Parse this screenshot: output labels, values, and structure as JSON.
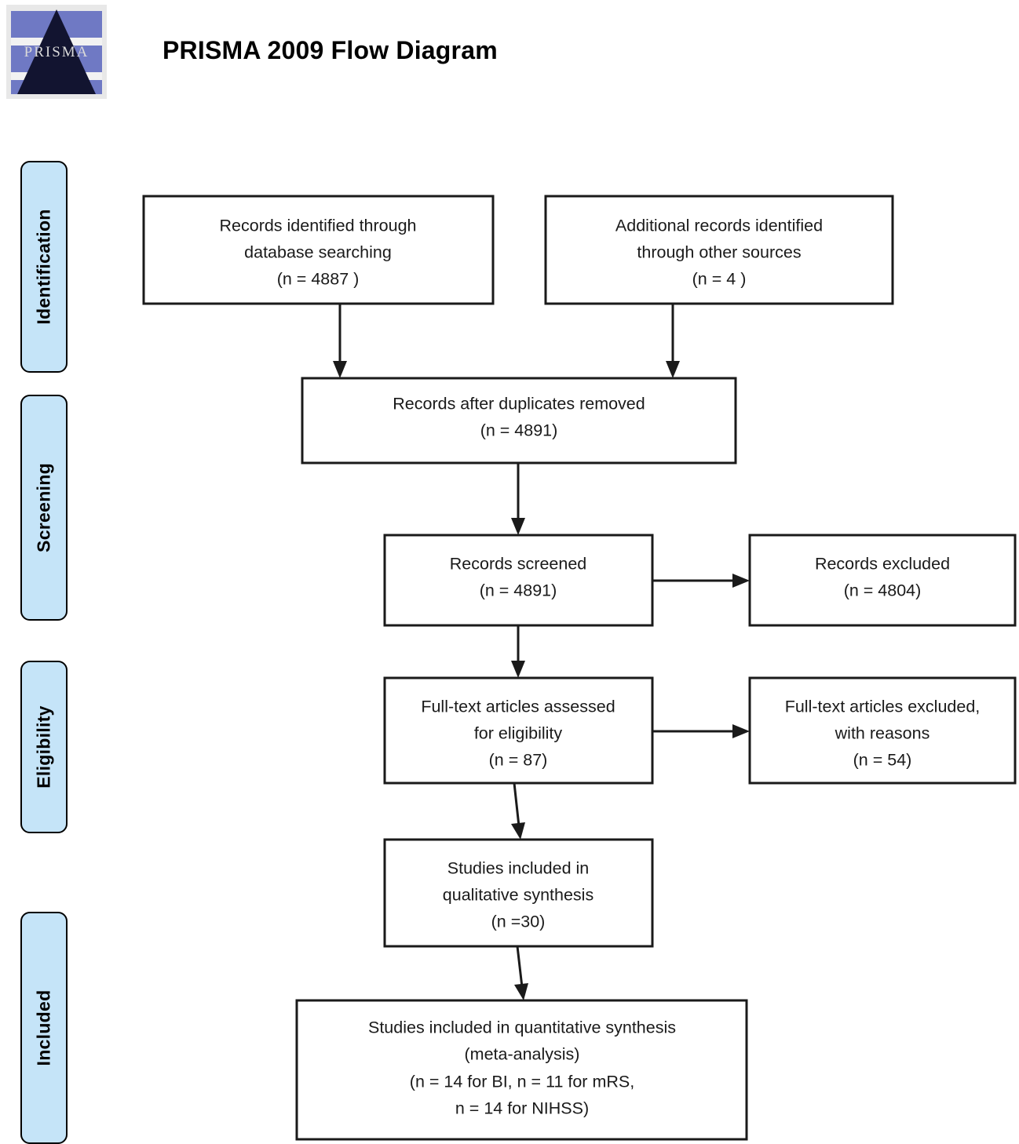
{
  "header": {
    "title": "PRISMA 2009 Flow Diagram",
    "logo_word": "PRISMA",
    "logo_name": "prisma-logo"
  },
  "stages": [
    {
      "id": "identification",
      "label": "Identification"
    },
    {
      "id": "screening",
      "label": "Screening"
    },
    {
      "id": "eligibility",
      "label": "Eligibility"
    },
    {
      "id": "included",
      "label": "Included"
    }
  ],
  "colors": {
    "stage_fill": "#c5e4f8",
    "box_stroke": "#1a1a1a",
    "box_fill": "#ffffff",
    "text": "#1a1a1a"
  },
  "chart_data": {
    "type": "diagram",
    "title": "PRISMA 2009 Flow Diagram",
    "nodes": [
      {
        "id": "records-identified-database",
        "stage": "identification",
        "lines": [
          "Records identified through",
          "database searching",
          "(n = 4887 )"
        ],
        "n": 4887
      },
      {
        "id": "additional-records-other-sources",
        "stage": "identification",
        "lines": [
          "Additional records identified",
          "through other sources",
          "(n =  4 )"
        ],
        "n": 4
      },
      {
        "id": "records-after-duplicates-removed",
        "stage": "screening",
        "lines": [
          "Records after duplicates removed",
          "(n = 4891)"
        ],
        "n": 4891
      },
      {
        "id": "records-screened",
        "stage": "screening",
        "lines": [
          "Records screened",
          "(n = 4891)"
        ],
        "n": 4891
      },
      {
        "id": "records-excluded",
        "stage": "screening",
        "lines": [
          "Records excluded",
          "(n = 4804)"
        ],
        "n": 4804
      },
      {
        "id": "full-text-assessed",
        "stage": "eligibility",
        "lines": [
          "Full-text articles assessed",
          "for eligibility",
          "(n = 87)"
        ],
        "n": 87
      },
      {
        "id": "full-text-excluded",
        "stage": "eligibility",
        "lines": [
          "Full-text articles excluded,",
          "with reasons",
          "(n = 54)"
        ],
        "n": 54
      },
      {
        "id": "qualitative-synthesis",
        "stage": "included",
        "lines": [
          "Studies included in",
          "qualitative synthesis",
          "(n =30)"
        ],
        "n": 30
      },
      {
        "id": "quantitative-synthesis",
        "stage": "included",
        "lines": [
          "Studies included in quantitative synthesis",
          "(meta-analysis)",
          "(n = 14 for BI, n = 11 for mRS,",
          "n = 14 for NIHSS)"
        ],
        "n_bi": 14,
        "n_mrs": 11,
        "n_nihss": 14
      }
    ],
    "edges": [
      {
        "from": "records-identified-database",
        "to": "records-after-duplicates-removed"
      },
      {
        "from": "additional-records-other-sources",
        "to": "records-after-duplicates-removed"
      },
      {
        "from": "records-after-duplicates-removed",
        "to": "records-screened"
      },
      {
        "from": "records-screened",
        "to": "records-excluded"
      },
      {
        "from": "records-screened",
        "to": "full-text-assessed"
      },
      {
        "from": "full-text-assessed",
        "to": "full-text-excluded"
      },
      {
        "from": "full-text-assessed",
        "to": "qualitative-synthesis"
      },
      {
        "from": "qualitative-synthesis",
        "to": "quantitative-synthesis"
      }
    ]
  }
}
